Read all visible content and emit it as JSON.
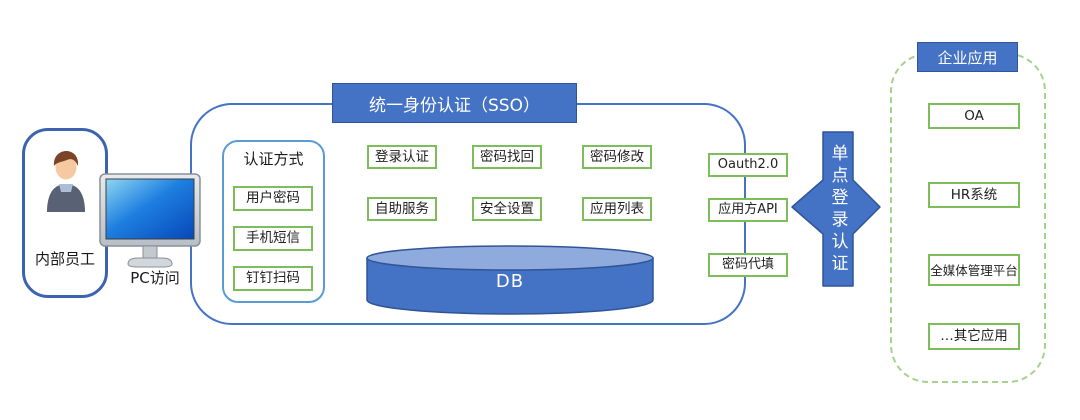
{
  "palette": {
    "accent_blue": "#4472C4",
    "accent_blue_dark": "#2F5597",
    "accent_blue_light": "#5B9BD5",
    "green_border": "#7DBE5B",
    "green_dashed": "#A5D28D",
    "db_top": "#8FAADC"
  },
  "actor": {
    "label": "内部员工",
    "access_label": "PC访问"
  },
  "sso": {
    "title": "统一身份认证（SSO）",
    "auth_methods": {
      "title": "认证方式",
      "items": [
        {
          "label": "用户密码"
        },
        {
          "label": "手机短信"
        },
        {
          "label": "钉钉扫码"
        }
      ]
    },
    "functions": [
      {
        "label": "登录认证"
      },
      {
        "label": "密码找回"
      },
      {
        "label": "密码修改"
      },
      {
        "label": "自助服务"
      },
      {
        "label": "安全设置"
      },
      {
        "label": "应用列表"
      }
    ],
    "db_label": "DB",
    "interfaces": [
      {
        "label": "Oauth2.0"
      },
      {
        "label": "应用方API"
      },
      {
        "label": "密码代填"
      }
    ]
  },
  "connector": {
    "label": "单点登录认证"
  },
  "enterprise": {
    "title": "企业应用",
    "apps": [
      {
        "label": "OA"
      },
      {
        "label": "HR系统"
      },
      {
        "label": "全媒体管理平台"
      },
      {
        "label": "…其它应用"
      }
    ]
  }
}
